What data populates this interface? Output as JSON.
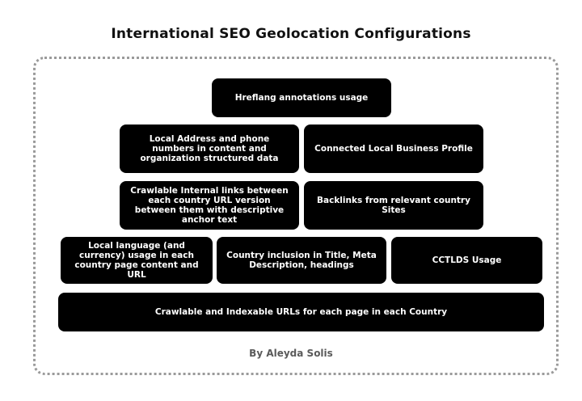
{
  "title": "International SEO Geolocation Configurations",
  "author": "By Aleyda Solis",
  "colors": {
    "box_background": "#000000",
    "box_text": "#ffffff",
    "frame_border": "#9a9a9a",
    "author_text": "#5a5a5a"
  },
  "boxes": {
    "hreflang": "Hreflang annotations usage",
    "local_address": "Local Address and phone numbers in content and organization structured data",
    "local_business_profile": "Connected Local Business Profile",
    "internal_links": "Crawlable Internal links between each country URL version between them with descriptive anchor text",
    "backlinks": "Backlinks from relevant country Sites",
    "local_language": "Local language (and currency) usage in each country page content and URL",
    "country_inclusion": "Country inclusion in Title, Meta Description, headings",
    "cctlds": "CCTLDS Usage",
    "crawlable_urls": "Crawlable and Indexable URLs for each page in each Country"
  }
}
